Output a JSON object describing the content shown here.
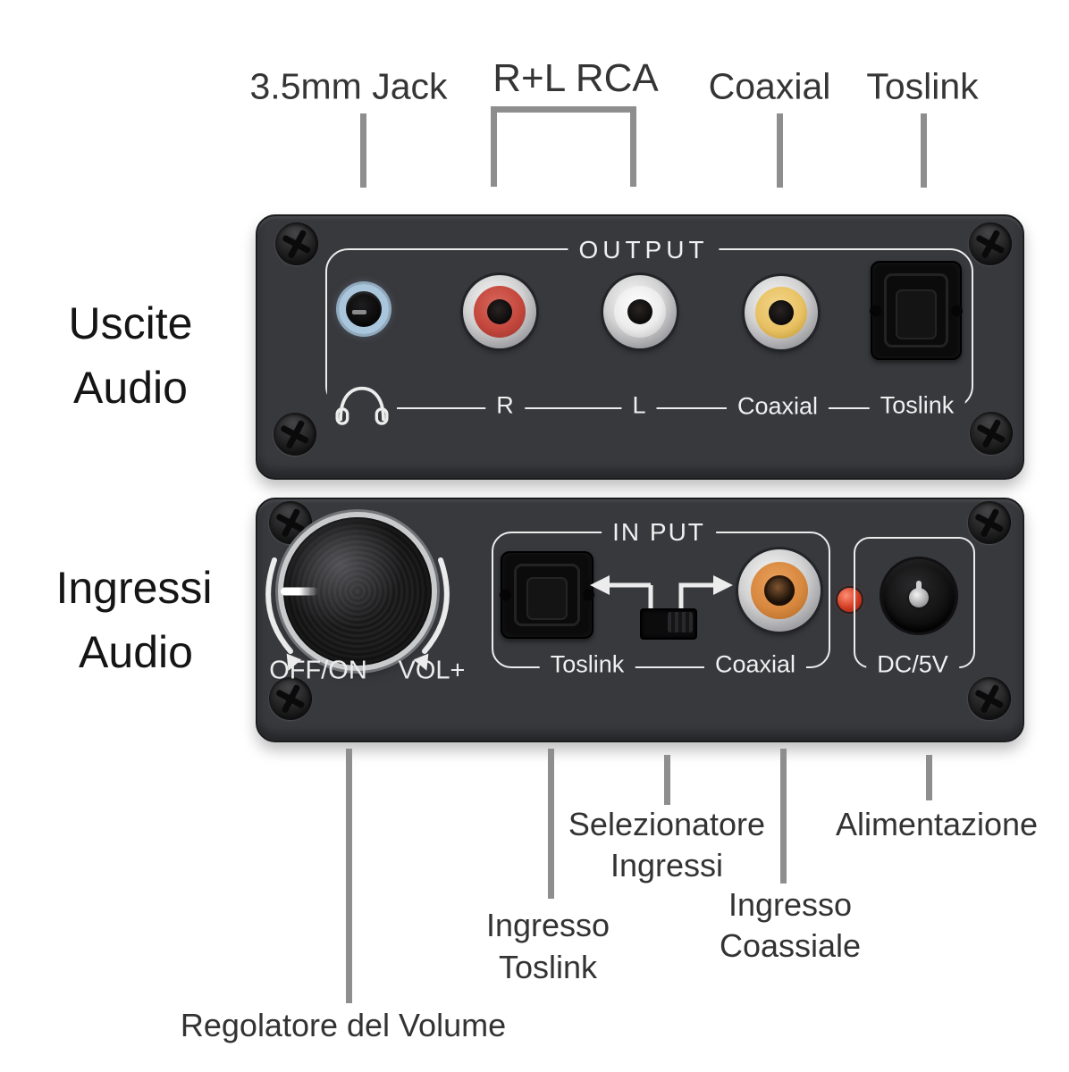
{
  "annotations_top": {
    "jack35": "3.5mm Jack",
    "rca": "R+L RCA",
    "coaxial": "Coaxial",
    "toslink": "Toslink"
  },
  "side_labels": {
    "outputs": {
      "line1": "Uscite",
      "line2": "Audio"
    },
    "inputs": {
      "line1": "Ingressi",
      "line2": "Audio"
    }
  },
  "output_panel": {
    "title": "OUTPUT",
    "labels": {
      "right": "R",
      "left": "L",
      "coaxial": "Coaxial",
      "toslink": "Toslink"
    }
  },
  "input_panel": {
    "title": "IN PUT",
    "knob": {
      "off_on": "OFF/ON",
      "vol": "VOL+"
    },
    "labels": {
      "toslink": "Toslink",
      "coaxial": "Coaxial",
      "power": "DC/5V"
    }
  },
  "annotations_bottom": {
    "volume": "Regolatore del Volume",
    "ingresso_toslink": {
      "line1": "Ingresso",
      "line2": "Toslink"
    },
    "selezionatore": {
      "line1": "Selezionatore",
      "line2": "Ingressi"
    },
    "ingresso_coassiale": {
      "line1": "Ingresso",
      "line2": "Coassiale"
    },
    "alimentazione": "Alimentazione"
  },
  "colors": {
    "device_body": "#38393d",
    "panel_line": "#ececec",
    "annotation_line": "#8e8e8e",
    "rca_red": "#c4473d",
    "rca_white": "#ececec",
    "rca_yellow": "#e8c163",
    "rca_orange": "#d8883f",
    "jack_blue": "#aac6dd",
    "led_red": "#d63a24"
  }
}
